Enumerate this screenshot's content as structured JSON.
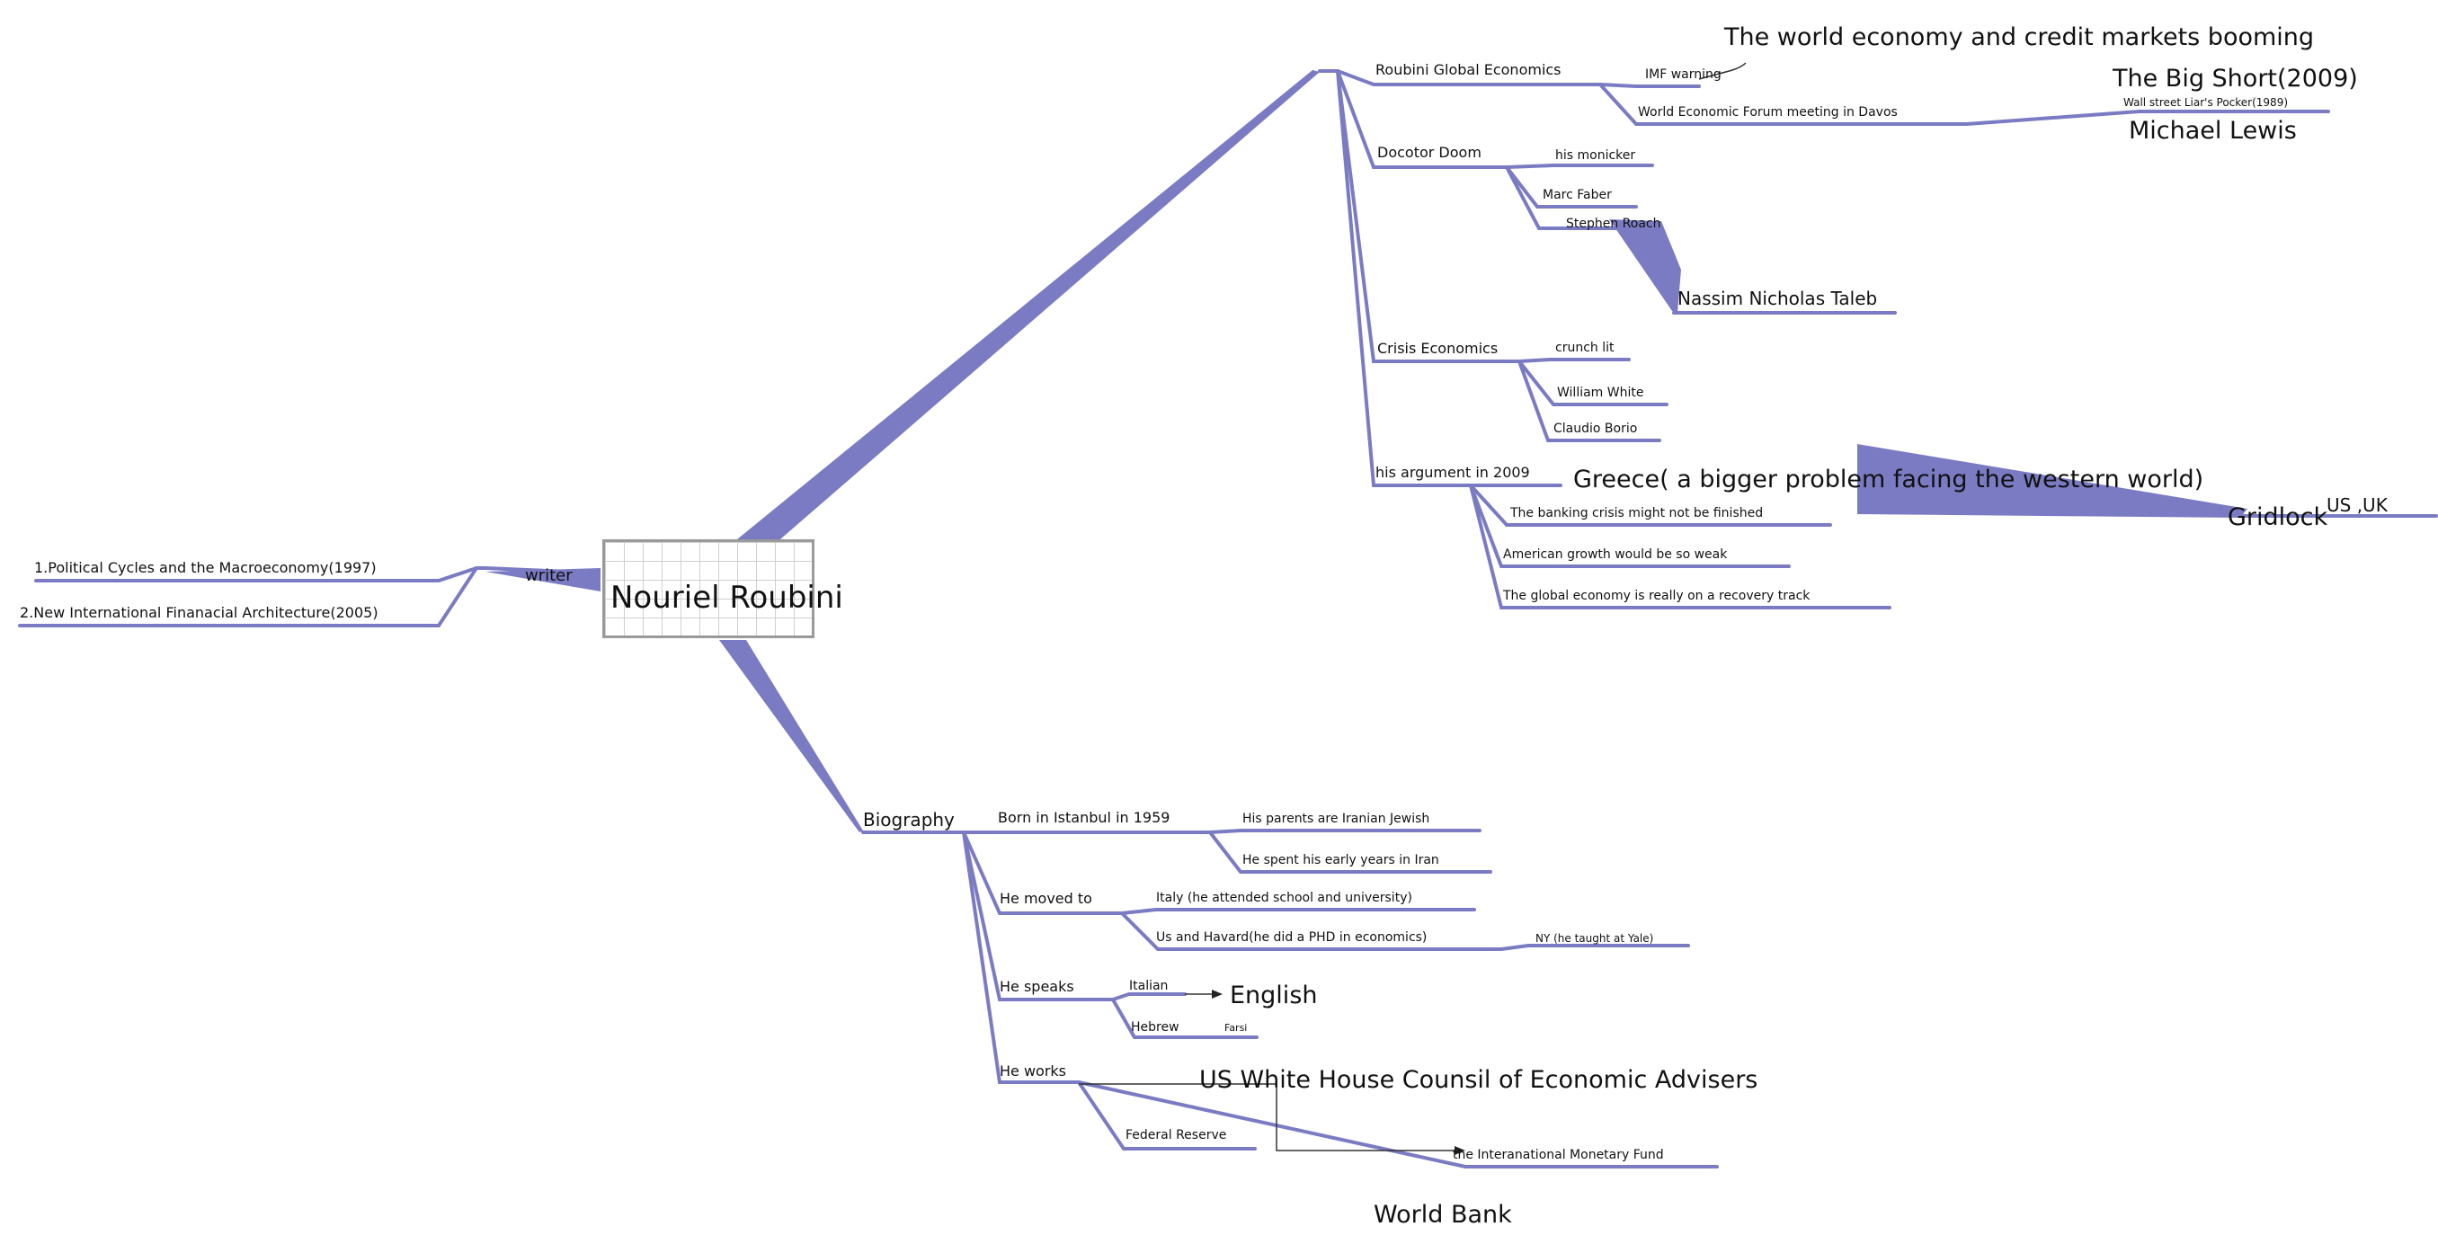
{
  "center": {
    "title": "Nouriel Roubini"
  },
  "branch_color": "#7b7bc4",
  "writer": {
    "label": "writer",
    "books": [
      "1.Political Cycles and the Macroeconomy(1997)",
      "2.New International Finanacial Architecture(2005)"
    ]
  },
  "rge": {
    "label": "Roubini Global Economics",
    "imf": "IMF warning",
    "imf_note": "The world economy and credit markets booming",
    "davos": "World Economic Forum meeting in Davos",
    "big_short": "The Big Short(2009)",
    "liars_poker": "Wall street Liar's Pocker(1989)",
    "lewis": "Michael Lewis"
  },
  "doom": {
    "label": "Docotor Doom",
    "moniker": "his monicker",
    "faber": "Marc Faber",
    "roach": "Stephen Roach",
    "taleb": "Nassim Nicholas Taleb"
  },
  "crisis": {
    "label": "Crisis Economics",
    "crunch": "crunch lit",
    "white": "William White",
    "borio": "Claudio Borio"
  },
  "argument": {
    "label": "his argument in 2009",
    "greece": "Greece( a bigger problem facing the western world)",
    "gridlock": "Gridlock",
    "usuk": "US ,UK",
    "banking": "The banking crisis might not be finished",
    "growth": "American growth would be so weak",
    "recovery": "The global economy is really on a recovery track"
  },
  "bio": {
    "label": "Biography",
    "born": "Born in Istanbul in 1959",
    "parents": "His parents are Iranian Jewish",
    "early": "He spent his early years in Iran",
    "moved": "He moved to",
    "italy": "Italy (he attended school and university)",
    "us": "Us and Havard(he did a PHD in economics)",
    "ny": "NY (he taught at Yale)",
    "speaks": "He speaks",
    "italian": "Italian",
    "english": "English",
    "hebrew": "Hebrew",
    "farsi": "Farsi",
    "works": "He works",
    "whitehouse": "US White House Counsil of Economic Advisers",
    "fed": "Federal Reserve",
    "imf": "the Interanational Monetary Fund",
    "worldbank": "World Bank"
  }
}
